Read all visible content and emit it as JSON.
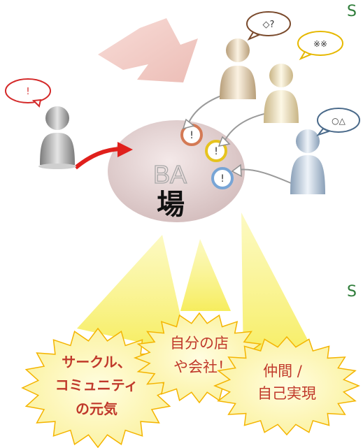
{
  "edge_letters": [
    "S",
    "S"
  ],
  "bubbles": {
    "left": "!",
    "top": "◇?",
    "mid": "※※",
    "right": "○△"
  },
  "ba": {
    "romaji": "BA",
    "kanji": "場"
  },
  "circle_marks": [
    "!",
    "!",
    "!"
  ],
  "bursts": {
    "circle_line1": "サークル、",
    "circle_line2": "コミュニティ",
    "circle_line3": "の元気",
    "shop_line1": "自分の店",
    "shop_line2": "や会社！",
    "peer_line1": "仲間 /",
    "peer_line2": "自己実現"
  },
  "colors": {
    "accent_green": "#2f7d3a",
    "burst_fill": "#fdf7b6",
    "burst_stroke": "#f4b400",
    "burst_text": "#c0392b",
    "ray_yellow": "#f8f070",
    "arrow_red": "#e0201c",
    "big_arrow": "#f3c9c4",
    "ellipse_fill": "#e8d5d5"
  }
}
